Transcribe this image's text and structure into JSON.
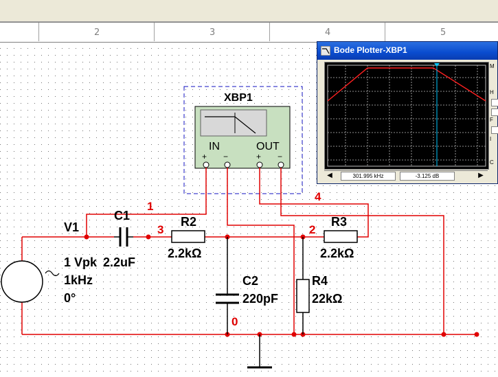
{
  "ruler": {
    "columns": [
      "2",
      "3",
      "4",
      "5"
    ]
  },
  "instrument": {
    "refdes": "XBP1",
    "in_label": "IN",
    "out_label": "OUT",
    "plus": "+",
    "minus": "−"
  },
  "components": {
    "v1": {
      "name": "V1",
      "value": "1 Vpk",
      "freq": "1kHz",
      "phase": "0°"
    },
    "c1": {
      "name": "C1",
      "value": "2.2uF"
    },
    "r2": {
      "name": "R2",
      "value": "2.2kΩ"
    },
    "c2": {
      "name": "C2",
      "value": "220pF"
    },
    "r3": {
      "name": "R3",
      "value": "2.2kΩ"
    },
    "r4": {
      "name": "R4",
      "value": "22kΩ"
    }
  },
  "nets": {
    "n1": "1",
    "n3": "3",
    "n2": "2",
    "n4": "4",
    "n0": "0"
  },
  "bode": {
    "title": "Bode Plotter-XBP1",
    "frequency_readout": "301.995 kHz",
    "magnitude_readout": "-3.125 dB",
    "side_letters": [
      "M",
      "H",
      "F",
      "I",
      "C"
    ],
    "colors": {
      "trace": "#ff2020",
      "cursor": "#00c8ff",
      "grid": "#c0c0c0"
    }
  },
  "colors": {
    "wire": "#e00000",
    "net_label": "#e00000",
    "component": "#000000",
    "dashed_box": "#1010c0",
    "instrument_fill": "#c8e0c0"
  }
}
